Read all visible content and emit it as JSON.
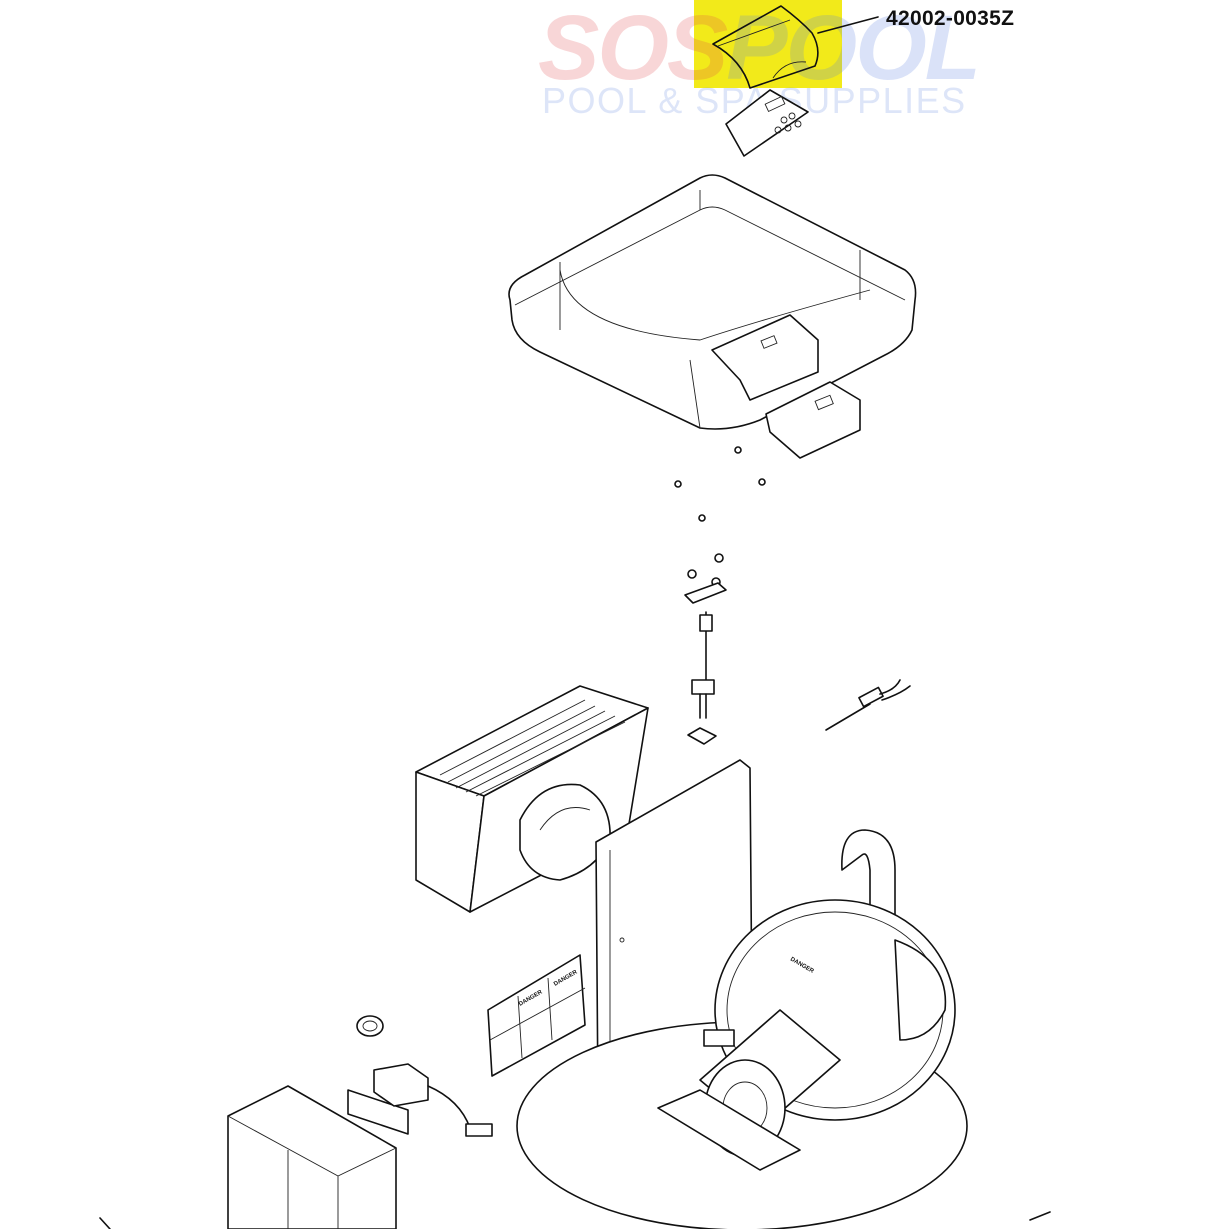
{
  "diagram": {
    "callouts": [
      {
        "part_number": "42002-0035Z"
      }
    ],
    "highlight_color": "#f2ea1a",
    "watermark": {
      "line1_part1": "SOS",
      "line1_part2": "POOL",
      "line2": "POOL & SPA SUPPLIES",
      "color_red": "#e0494e",
      "color_blue": "#5a7fe0"
    },
    "labels": {
      "danger": "DANGER"
    }
  }
}
